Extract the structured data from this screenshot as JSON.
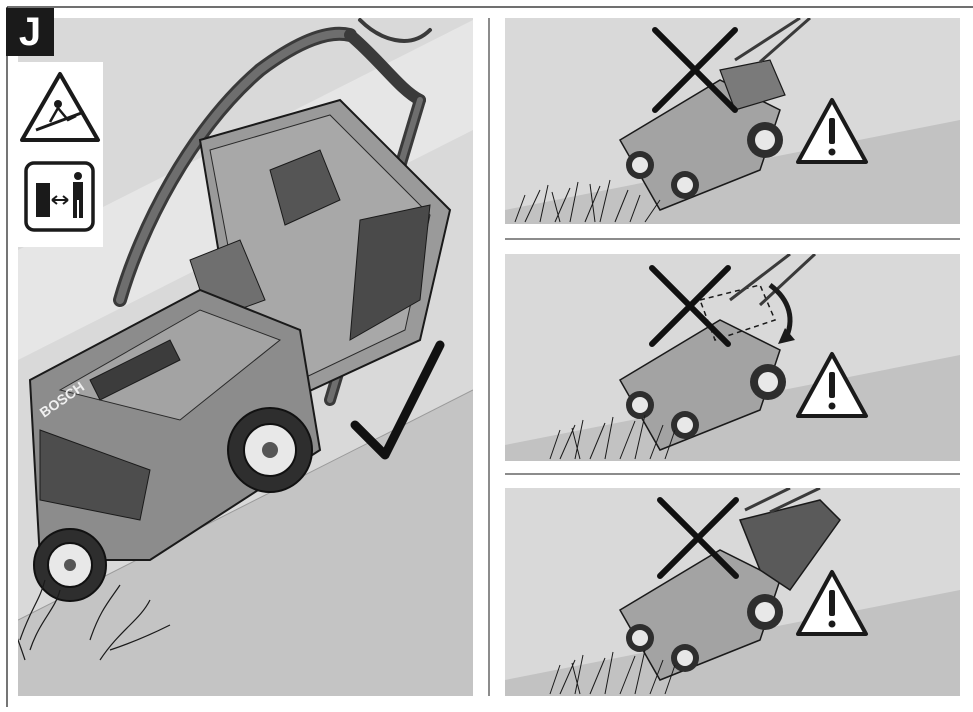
{
  "figure": {
    "step_letter": "J",
    "brand_label": "BOSCH",
    "colors": {
      "panel_bg": "#d6d6d6",
      "slope": "#bdbdbd",
      "ink": "#1a1a1a",
      "mower_body": "#8c8c8c",
      "mower_dark": "#3a3a3a",
      "cross": "#111111"
    },
    "main_panel": {
      "verdict": "correct",
      "mark_icon": "check-mark-icon"
    },
    "hazard_icons": [
      "slipping-on-slope-hazard-icon",
      "keep-safe-distance-icon"
    ],
    "panels": [
      {
        "id": "panel-1",
        "verdict": "incorrect",
        "mark_icon": "cross-mark-icon",
        "warning_icon": "warning-triangle-icon"
      },
      {
        "id": "panel-2",
        "verdict": "incorrect",
        "mark_icon": "cross-mark-icon",
        "warning_icon": "warning-triangle-icon"
      },
      {
        "id": "panel-3",
        "verdict": "incorrect",
        "mark_icon": "cross-mark-icon",
        "warning_icon": "warning-triangle-icon"
      }
    ]
  }
}
